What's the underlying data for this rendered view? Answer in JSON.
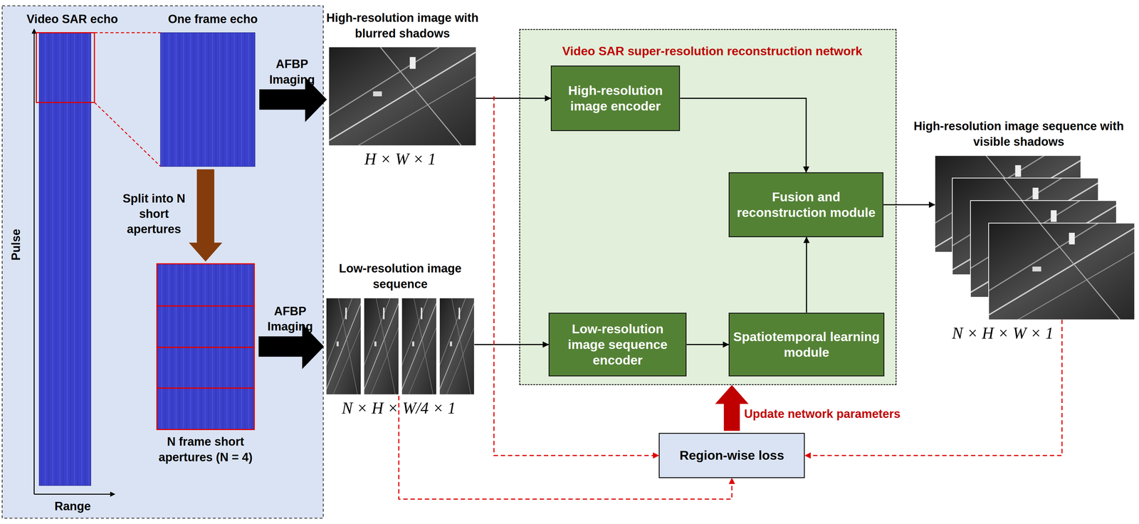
{
  "diagram": {
    "nodes": [
      {
        "text": [
          "Video SAR echo"
        ]
      },
      {
        "text": [
          "One frame echo"
        ]
      },
      {
        "text": [
          "N frame short apertures (N = 4)"
        ]
      },
      {
        "text": [
          "High-resolution image with blurred shadows",
          "H × W × 1"
        ]
      },
      {
        "text": [
          "Low-resolution image sequence",
          "N × H × W/4 × 1"
        ]
      },
      {
        "text": [
          "Video SAR super-resolution reconstruction network"
        ]
      },
      {
        "text": [
          "High-resolution image encoder"
        ],
        "in": 5
      },
      {
        "text": [
          "Fusion and reconstruction module"
        ],
        "in": 5
      },
      {
        "text": [
          "Low-resolution image sequence encoder"
        ],
        "in": 5
      },
      {
        "text": [
          "Spatiotemporal learning module"
        ],
        "in": 5
      },
      {
        "text": [
          "High-resolution image sequence with visible shadows",
          "N × H × W × 1"
        ]
      },
      {
        "text": [
          "Region-wise loss"
        ]
      }
    ],
    "edges": [
      {
        "from": 0,
        "to": 1,
        "arrow": "none"
      },
      {
        "from": 1,
        "to": 2,
        "arrow": "to",
        "label": "Split into N short apertures"
      },
      {
        "from": 1,
        "to": 3,
        "arrow": "to",
        "label": "AFBP Imaging"
      },
      {
        "from": 2,
        "to": 4,
        "arrow": "to",
        "label": "AFBP Imaging"
      },
      {
        "from": 3,
        "to": 6,
        "arrow": "to"
      },
      {
        "from": 6,
        "to": 7,
        "arrow": "to"
      },
      {
        "from": 4,
        "to": 8,
        "arrow": "to"
      },
      {
        "from": 8,
        "to": 9,
        "arrow": "to"
      },
      {
        "from": 9,
        "to": 7,
        "arrow": "to"
      },
      {
        "from": 7,
        "to": 10,
        "arrow": "to"
      },
      {
        "from": 3,
        "to": 11,
        "arrow": "to"
      },
      {
        "from": 4,
        "to": 11,
        "arrow": "to"
      },
      {
        "from": 10,
        "to": 11,
        "arrow": "to"
      },
      {
        "from": 11,
        "to": 5,
        "arrow": "to",
        "label": "Update network parameters"
      }
    ],
    "labels": [
      "Pulse",
      "Range"
    ]
  }
}
